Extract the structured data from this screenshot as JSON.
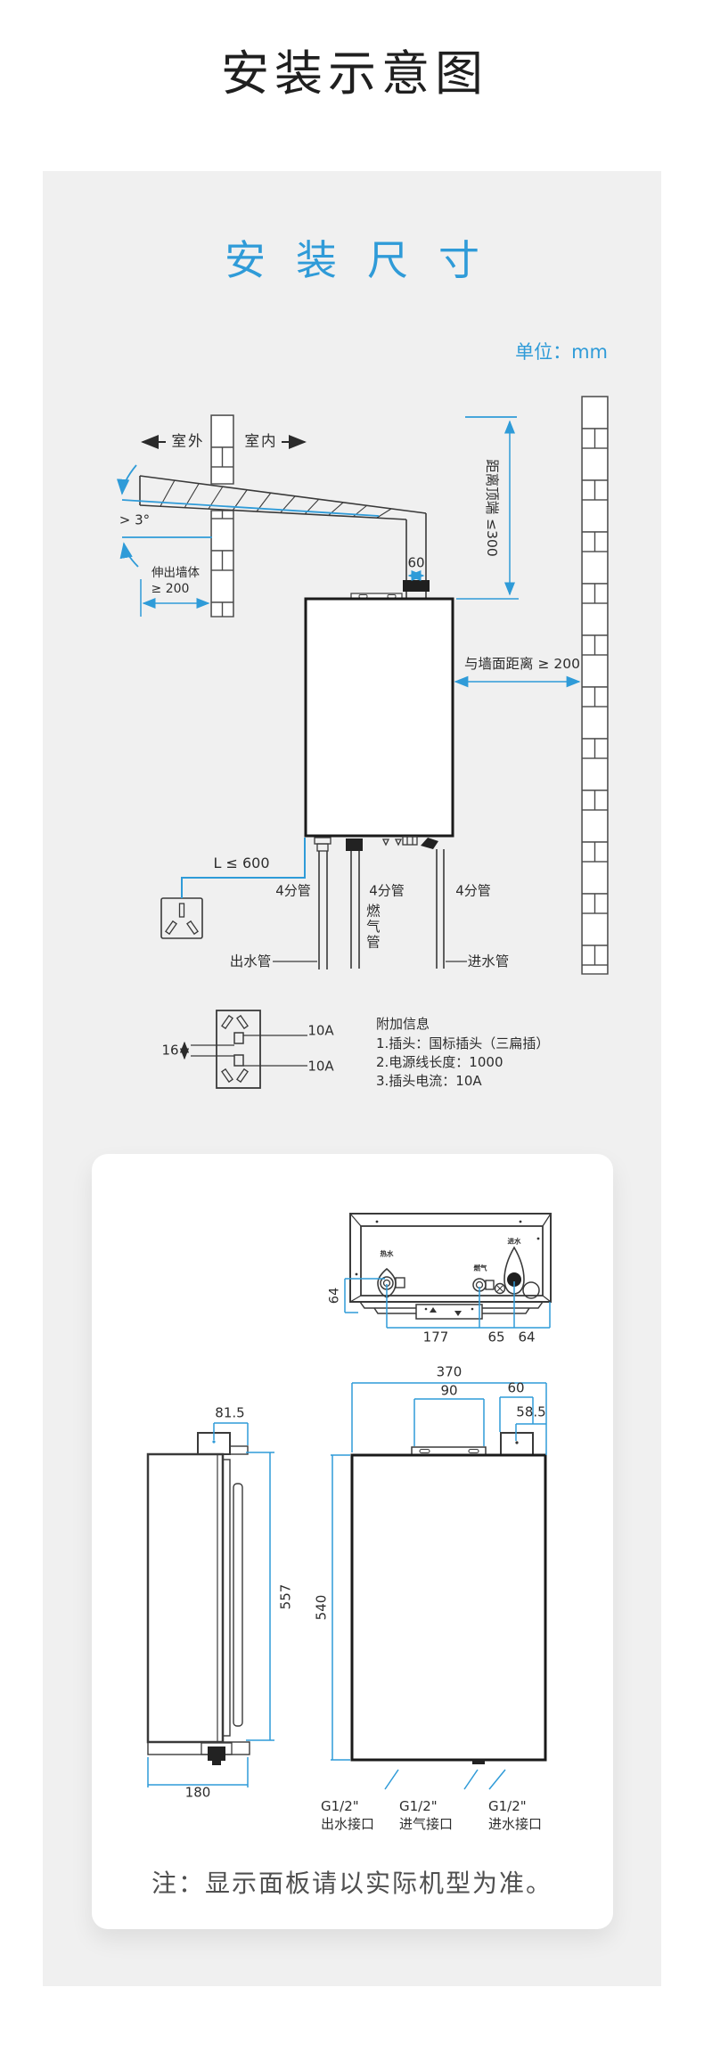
{
  "page": {
    "title": "安装示意图",
    "section_heading": "安装尺寸",
    "unit_label": "单位：mm",
    "note": "注：显示面板请以实际机型为准。"
  },
  "colors": {
    "accent": "#2f9bd8",
    "panel_bg": "#f0f0f0",
    "line": "#3a3a3a"
  },
  "diagram1": {
    "outdoor": "室外",
    "indoor": "室内",
    "slope": "> 3°",
    "protrude_l1": "伸出墙体",
    "protrude_l2": "≥ 200",
    "top_clearance": "距离顶端 ≤300",
    "wall_clearance": "与墙面距离 ≥ 200",
    "flue_width": "60",
    "cord": "L ≤ 600",
    "pipe_size_left": "4分管",
    "pipe_size_mid": "4分管",
    "pipe_size_right": "4分管",
    "gas_pipe": "燃气管",
    "outlet_pipe": "出水管",
    "inlet_pipe": "进水管",
    "pin_gap": "16",
    "amp_top": "10A",
    "amp_bottom": "10A",
    "info_title": "附加信息",
    "info_items": [
      "1.插头：国标插头（三扁插）",
      "2.电源线长度：1000",
      "3.插头电流：10A"
    ]
  },
  "card": {
    "bottom_view": {
      "hot": "热水",
      "gas": "燃气",
      "inlet": "进水",
      "offset_left": "64",
      "spacing": [
        "177",
        "65",
        "64"
      ]
    },
    "front_view": {
      "width": "370",
      "bracket_width": "90",
      "flue_width": "60",
      "flue_offset": "58.5",
      "height": "540",
      "ports": [
        {
          "size": "G1/2\"",
          "name": "出水接口"
        },
        {
          "size": "G1/2\"",
          "name": "进气接口"
        },
        {
          "size": "G1/2\"",
          "name": "进水接口"
        }
      ]
    },
    "side_view": {
      "flue_offset": "81.5",
      "height": "557",
      "depth": "180"
    }
  }
}
